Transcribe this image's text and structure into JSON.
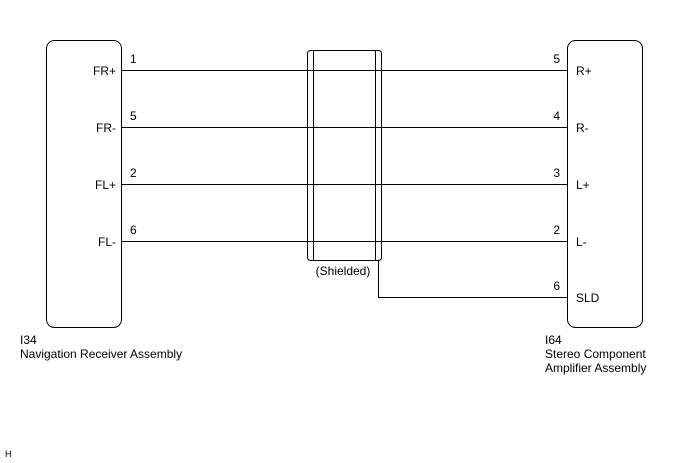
{
  "left_component": {
    "code": "I34",
    "name": "Navigation Receiver Assembly",
    "terminals": [
      "FR+",
      "FR-",
      "FL+",
      "FL-"
    ]
  },
  "right_component": {
    "code": "I64",
    "name_line1": "Stereo Component",
    "name_line2": "Amplifier Assembly",
    "terminals": [
      "R+",
      "R-",
      "L+",
      "L-",
      "SLD"
    ]
  },
  "wires": [
    {
      "from_label": "FR+",
      "from_pin": "1",
      "to_label": "R+",
      "to_pin": "5"
    },
    {
      "from_label": "FR-",
      "from_pin": "5",
      "to_label": "R-",
      "to_pin": "4"
    },
    {
      "from_label": "FL+",
      "from_pin": "2",
      "to_label": "L+",
      "to_pin": "3"
    },
    {
      "from_label": "FL-",
      "from_pin": "6",
      "to_label": "L-",
      "to_pin": "2"
    }
  ],
  "shield": {
    "label": "(Shielded)",
    "to_label": "SLD",
    "to_pin": "6"
  },
  "footer_mark": "H"
}
